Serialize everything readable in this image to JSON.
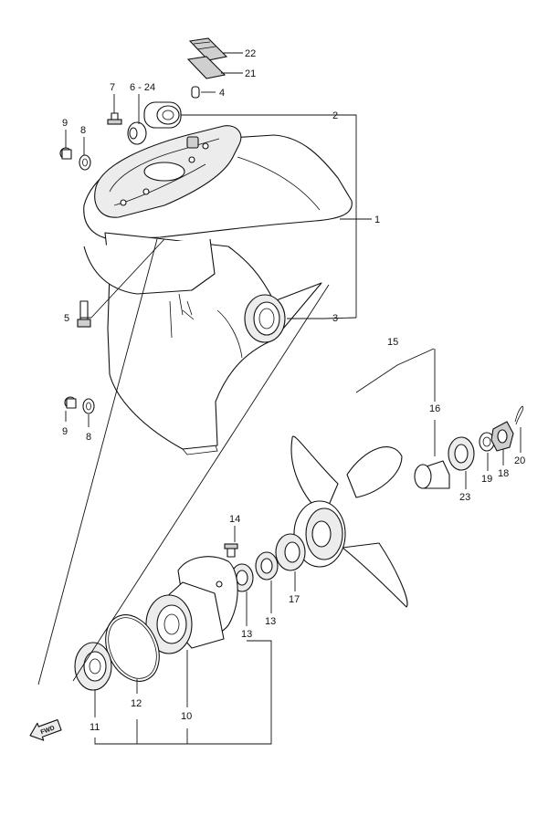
{
  "callouts": {
    "c22": "22",
    "c21": "21",
    "c4": "4",
    "c7": "7",
    "c6_24": "6 - 24",
    "c2": "2",
    "c9a": "9",
    "c8a": "8",
    "c1": "1",
    "c5": "5",
    "c3": "3",
    "c15": "15",
    "c16": "16",
    "c9b": "9",
    "c8b": "8",
    "c20": "20",
    "c19": "19",
    "c18": "18",
    "c23": "23",
    "c14": "14",
    "c17": "17",
    "c13a": "13",
    "c13b": "13",
    "c12": "12",
    "c10": "10",
    "c11": "11"
  },
  "fwd_label": "FWD"
}
